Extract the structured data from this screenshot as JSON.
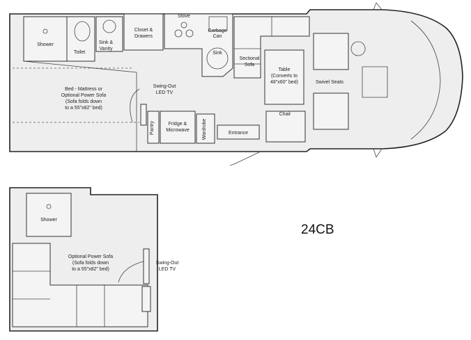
{
  "model": "24CB",
  "labels": {
    "shower": "Shower",
    "toilet": "Toilet",
    "sink_vanity": [
      "Sink &",
      "Vanity"
    ],
    "closet": [
      "Closet &",
      "Drawers"
    ],
    "stove": "Stove",
    "garbage": [
      "Garbage",
      "Can"
    ],
    "sink": "Sink",
    "sectional": [
      "Sectional",
      "Sofa"
    ],
    "table": [
      "Table",
      "(Converts to",
      "48\"x60\" bed)"
    ],
    "swivel": "Swivel Seats",
    "bed": [
      "Bed - Mattress or",
      "Optional Power Sofa",
      "(Sofa folds down",
      "to a 55\"x82\" bed)"
    ],
    "tv": [
      "Swing-Out",
      "LED TV"
    ],
    "pantry": "Pantry",
    "fridge": [
      "Fridge &",
      "Microwave"
    ],
    "wardrobe": "Wardrobe",
    "entrance": "Entrance",
    "chair": "Chair",
    "shower2": "Shower",
    "sofa2": [
      "Optional Power Sofa",
      "(Sofa folds down",
      "to a 55\"x82\" bed)"
    ],
    "tv2": [
      "Swing-Out",
      "LED TV"
    ]
  }
}
